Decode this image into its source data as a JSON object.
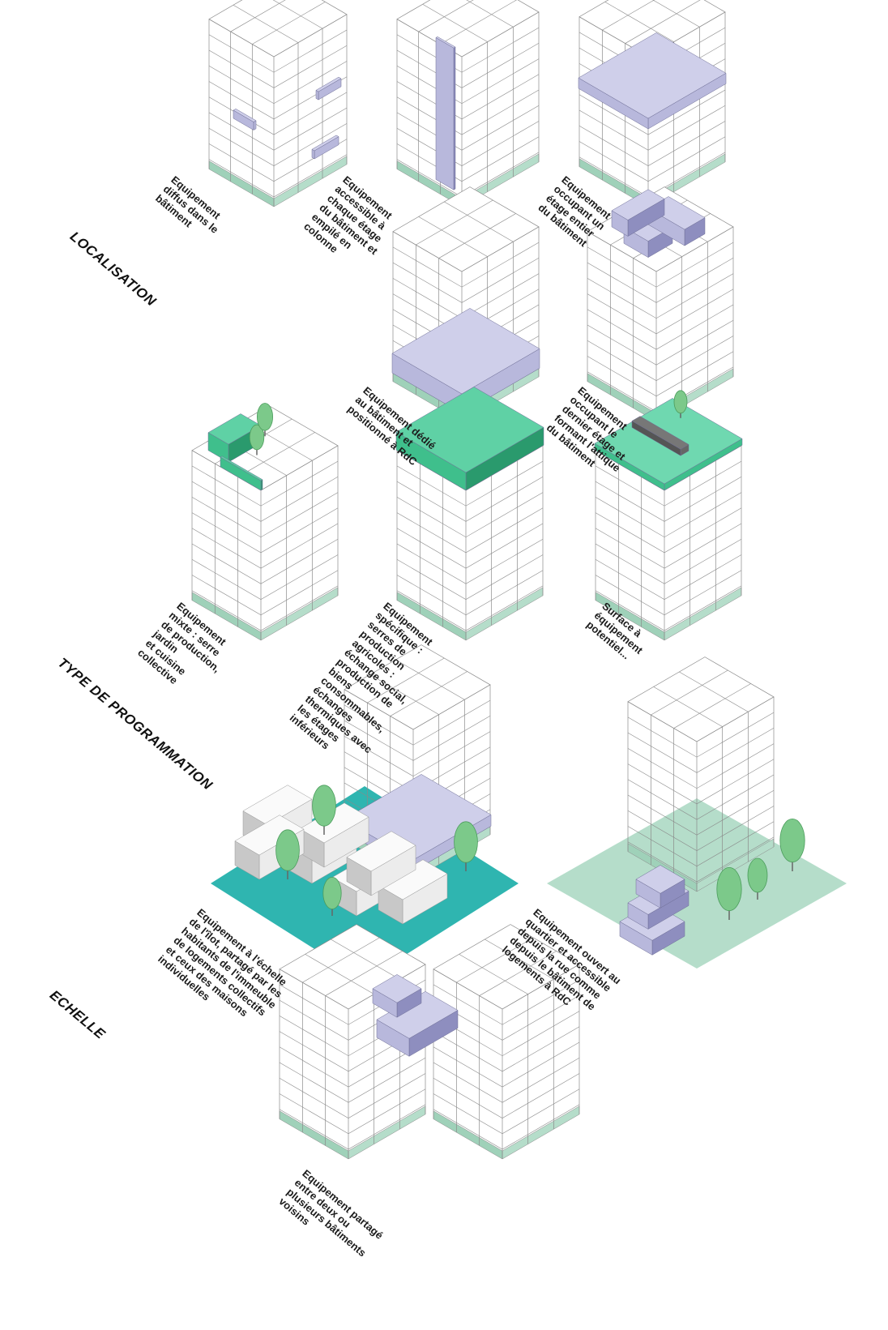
{
  "sections": {
    "localisation": "LOCALISATION",
    "programmation": "TYPE DE PROGRAMMATION",
    "echelle": "ECHELLE"
  },
  "captions": {
    "diffus": "Equipement\ndiffus dans le\nbâtiment",
    "colonne": "Equipement\naccessible à\nchaque étage\ndu bâtiment et\nempilé en\ncolonne",
    "etage": "Equipement\noccupant un\nétage entier\ndu bâtiment",
    "rdc": "Equipement dédié\nau bâtiment et\npositionné à RdC",
    "attique": "Equipement\noccupant le\ndernier étage et\nformant l'attique\ndu bâtiment",
    "mixte": "Equipement\nmixte : serre\nde production,\njardin\net cuisine\ncollective",
    "specifique": "Equipement\nspécifique :\nserres de\nproduction\nagricoles :\néchange social,\nproduction de\nbiens\nconsommables,\néchanges\nthermiques avec\nles étages\ninférieurs",
    "surface": "Surface à\néquipement\npotentiel...",
    "ilot": "Equipement à l'échelle\nde l'îlot, partagé par les\nhabitants de l'immeuble\nde logements collectifs\net ceux des maisons\nindividuelles",
    "quartier": "Equipement ouvert au\nquartier et accessible\ndepuis la rue comme\ndepuis le bâtiment de\nlogements à RdC",
    "partage": "Equipement partagé\nentre deux ou\nplusieurs bâtiments\nvoisins"
  },
  "colors": {
    "lavender": "#b8b8dc",
    "lavender_dark": "#8e8ebf",
    "green": "#3fbf8c",
    "green_dark": "#2a9a6d",
    "teal": "#2fb5b0",
    "pale_green": "#b5ddca",
    "tree": "#7cc98a",
    "line": "#8a8a8a"
  }
}
